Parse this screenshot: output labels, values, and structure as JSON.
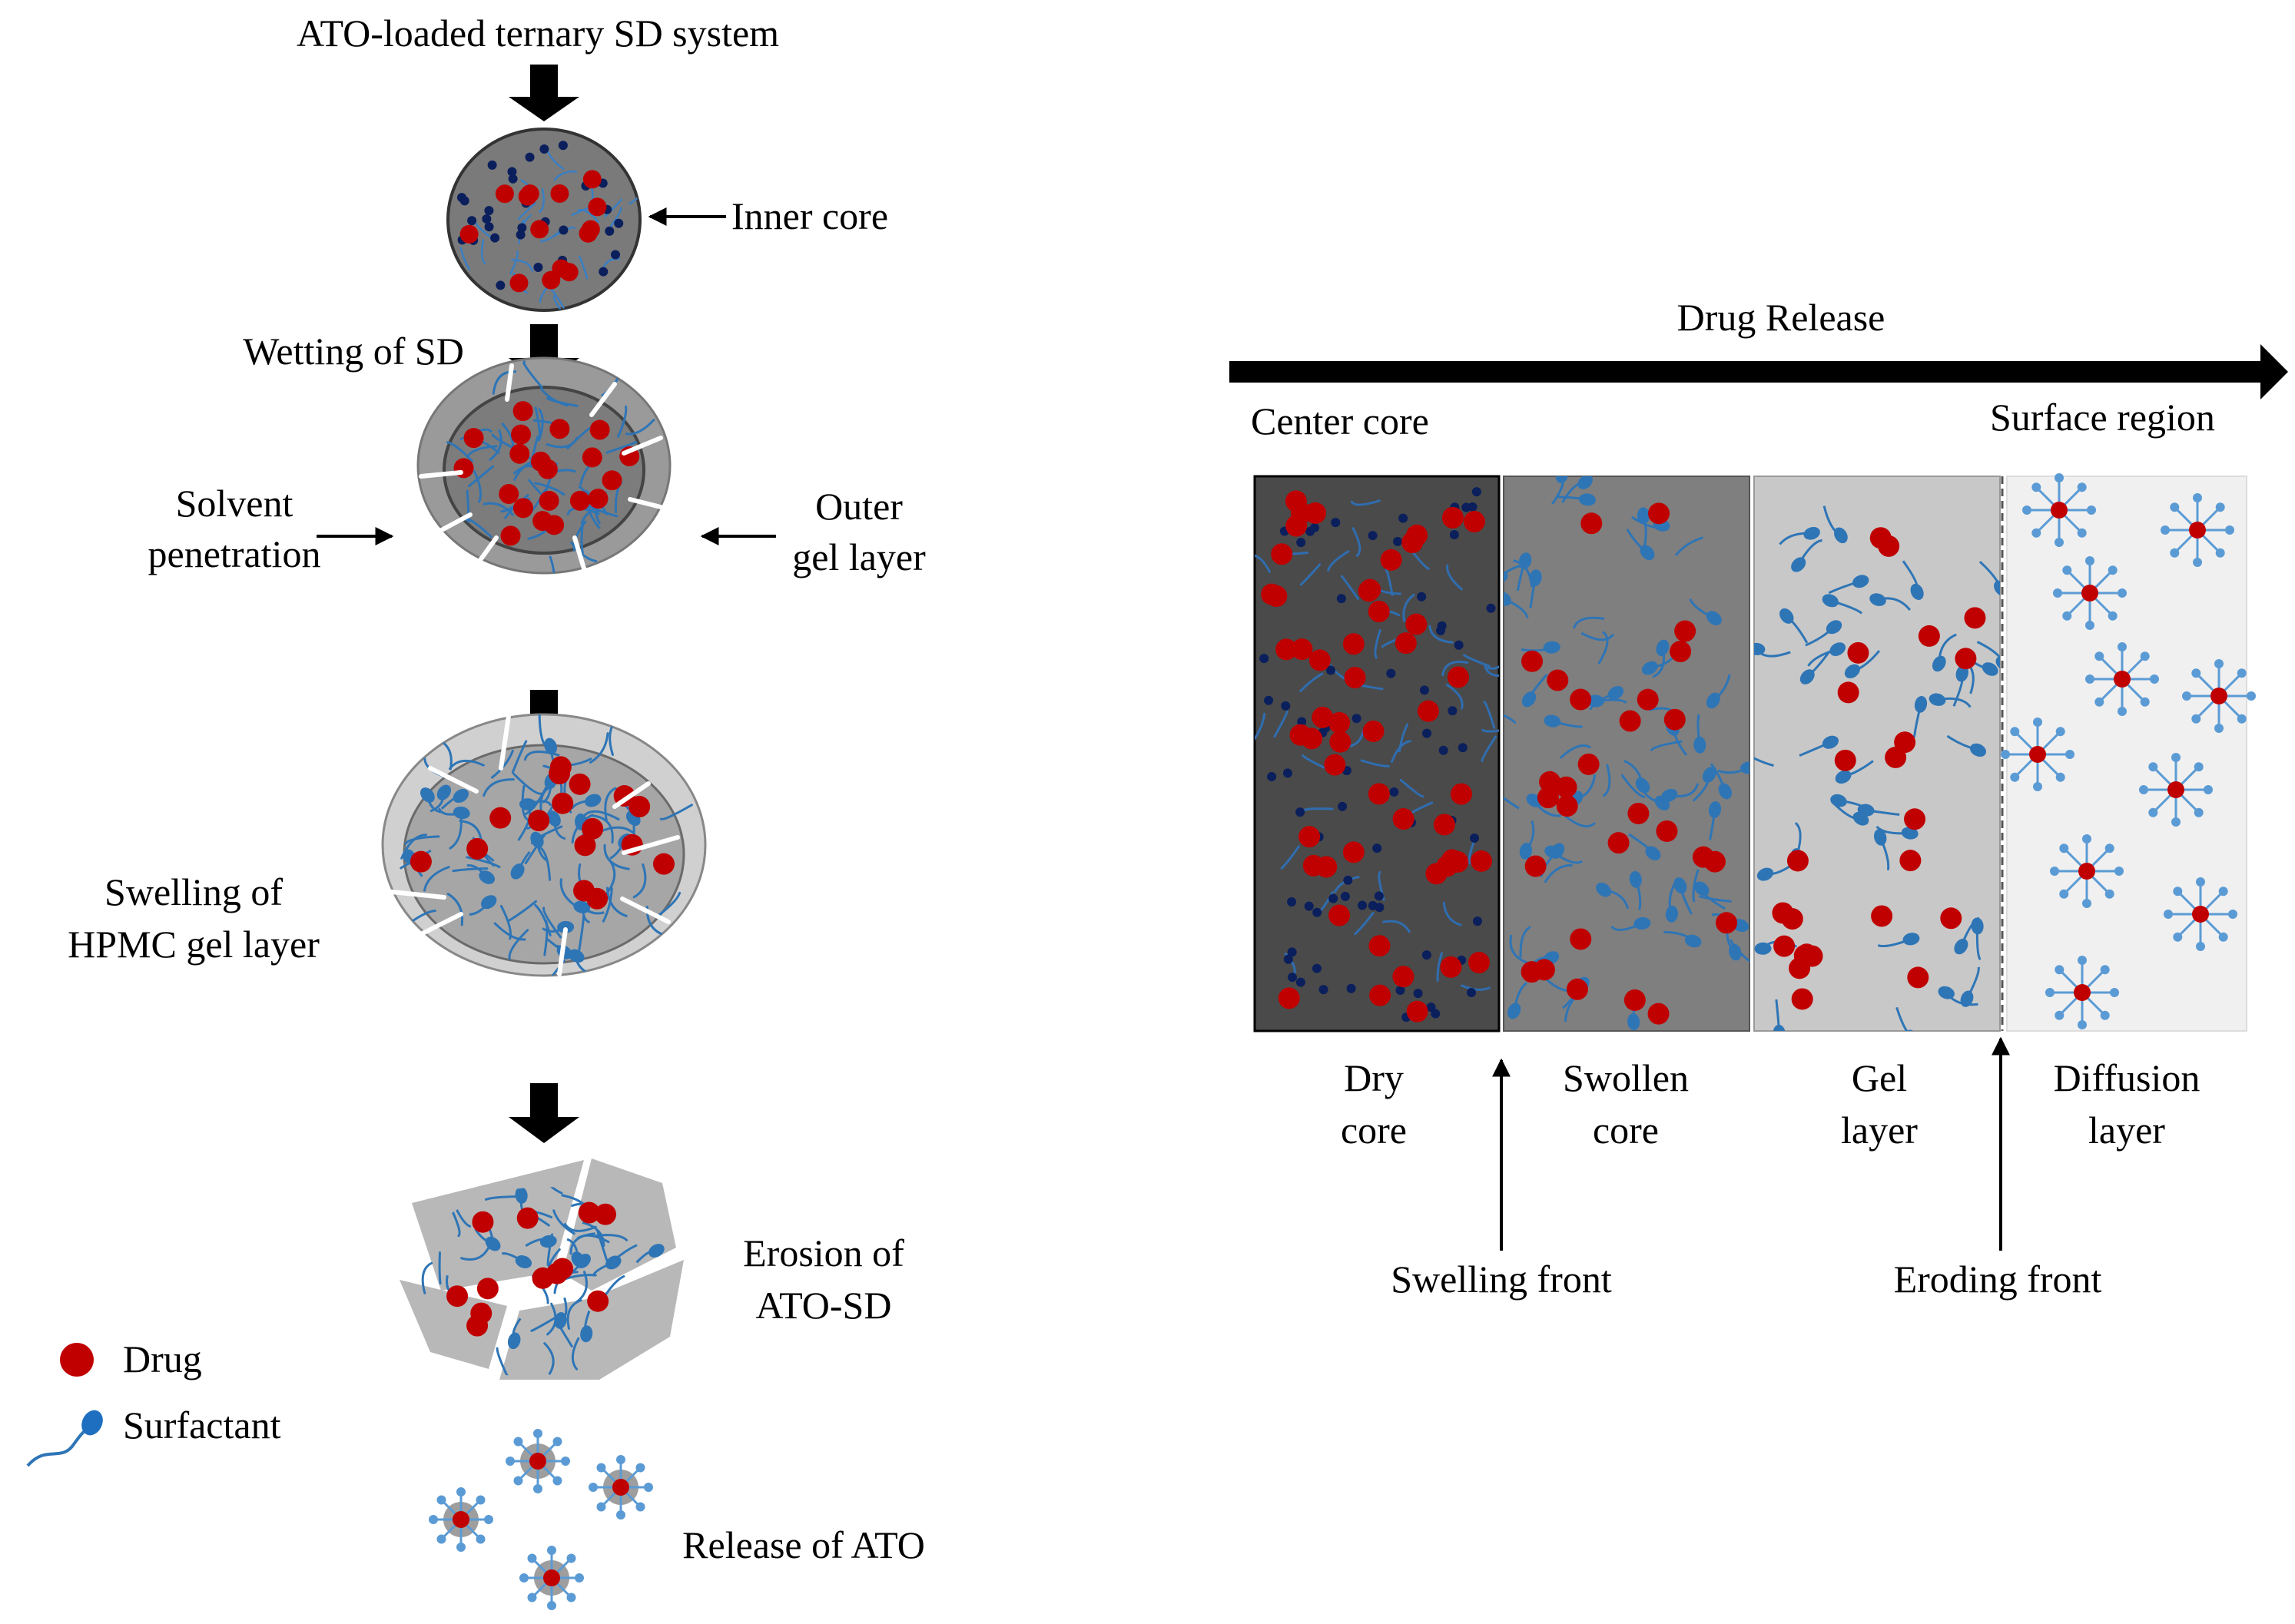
{
  "left_panel": {
    "title": "ATO-loaded ternary SD system",
    "inner_core_label": "Inner core",
    "wetting_label": "Wetting of SD",
    "solvent_penetration": [
      "Solvent",
      "penetration"
    ],
    "outer_gel_layer": [
      "Outer",
      "gel layer"
    ],
    "swelling_label": [
      "Swelling of",
      "HPMC gel layer"
    ],
    "erosion_label": [
      "Erosion of",
      "ATO-SD"
    ],
    "release_label": "Release of ATO",
    "legend": {
      "drug": "Drug",
      "surfactant": "Surfactant"
    }
  },
  "right_panel": {
    "drug_release_label": "Drug Release",
    "center_core_label": "Center core",
    "surface_region_label": "Surface region",
    "zones": [
      {
        "line1": "Dry",
        "line2": "core"
      },
      {
        "line1": "Swollen",
        "line2": "core"
      },
      {
        "line1": "Gel",
        "line2": "layer"
      },
      {
        "line1": "Diffusion",
        "line2": "layer"
      }
    ],
    "swelling_front_label": "Swelling front",
    "eroding_front_label": "Eroding front"
  },
  "colors": {
    "drug": "#c00000",
    "surfactant": "#2e75b6",
    "surfactant_light": "#5b9bd5",
    "navy_dot": "#0a1f5c",
    "dry_core": "#4a4a4a",
    "swollen_core": "#7f7f7f",
    "gel_layer": "#c8c8c8",
    "diffusion_layer": "#f0f0f0",
    "arrow": "#000000"
  }
}
